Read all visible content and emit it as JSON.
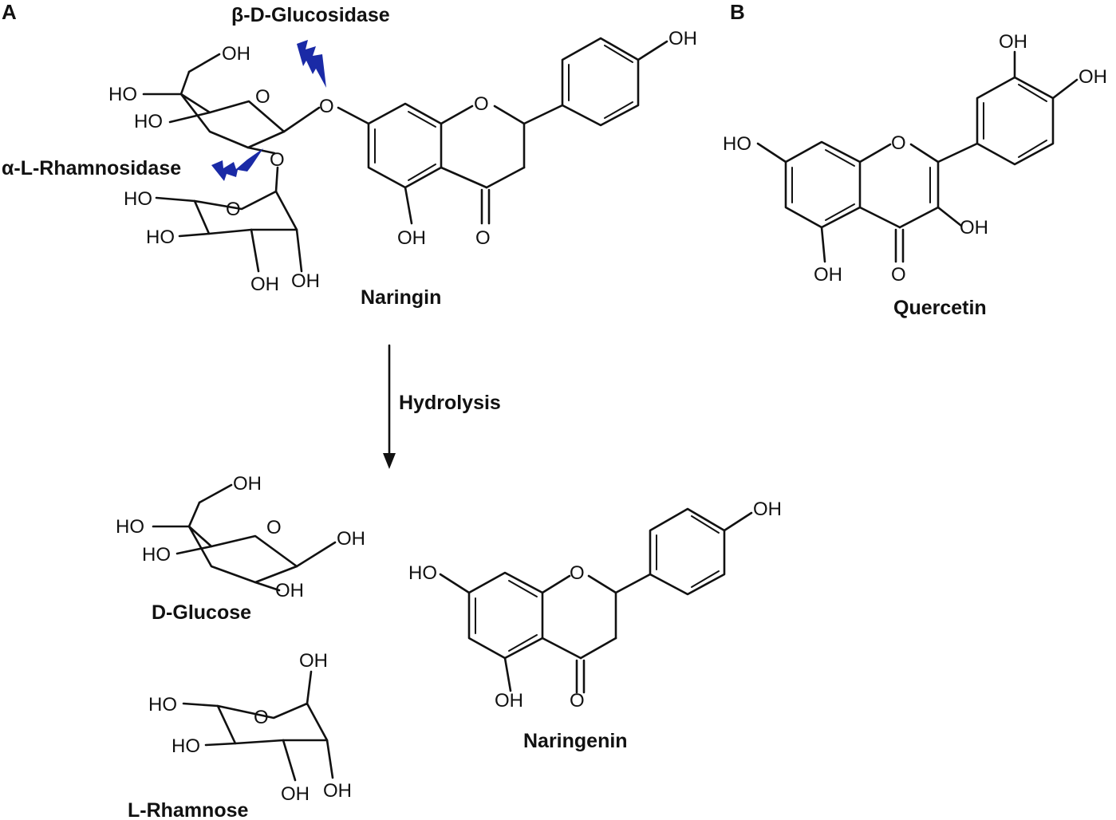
{
  "panels": {
    "a": "A",
    "b": "B"
  },
  "enzymes": {
    "glucosidase": "β-D-Glucosidase",
    "rhamnosidase": "α-L-Rhamnosidase"
  },
  "captions": {
    "naringin": "Naringin",
    "quercetin": "Quercetin",
    "hydrolysis": "Hydrolysis",
    "d_glucose": "D-Glucose",
    "naringenin": "Naringenin",
    "l_rhamnose": "L-Rhamnose"
  },
  "atoms": {
    "oh": "OH",
    "ho": "HO",
    "o": "O"
  },
  "colors": {
    "enzyme_mark": "#1a2aa6",
    "ink": "#111111"
  }
}
